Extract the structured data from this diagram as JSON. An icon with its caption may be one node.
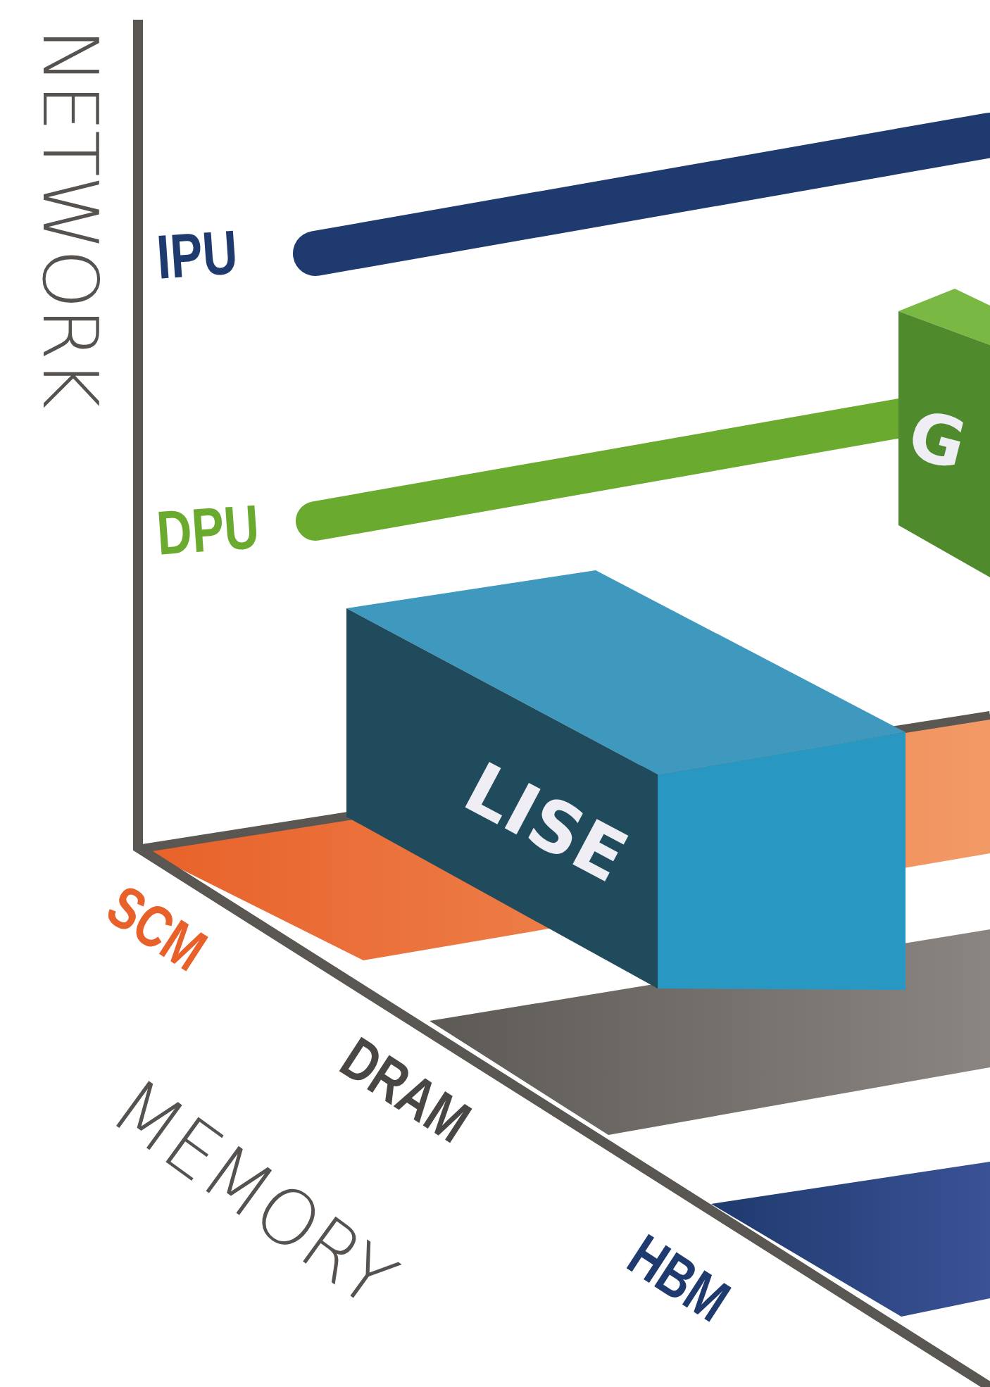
{
  "diagram": {
    "nodes": [
      {
        "text": [
          "LISE"
        ]
      },
      {
        "text": [
          "G"
        ]
      }
    ],
    "labels": [
      "NETWORK",
      "IPU",
      "DPU",
      "SCM",
      "DRAM",
      "HBM",
      "MEMORY"
    ]
  }
}
